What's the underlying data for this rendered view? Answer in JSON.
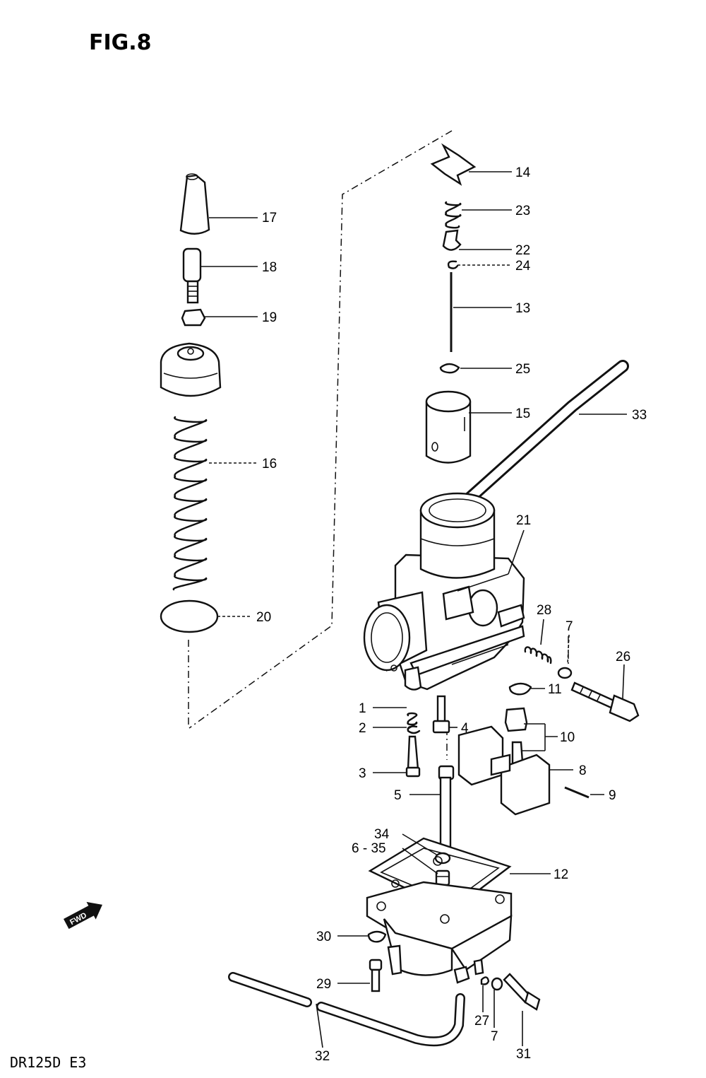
{
  "figure": {
    "title": "FIG.8",
    "model": "DR125D  E3",
    "fwd_badge": "FWD"
  },
  "callouts": {
    "c1": "1",
    "c2": "2",
    "c3": "3",
    "c4": "4",
    "c5": "5",
    "c6_35": "6 - 35",
    "c7a": "7",
    "c7b": "7",
    "c8": "8",
    "c9": "9",
    "c10": "10",
    "c11": "11",
    "c12": "12",
    "c13": "13",
    "c14": "14",
    "c15": "15",
    "c16": "16",
    "c17": "17",
    "c18": "18",
    "c19": "19",
    "c20": "20",
    "c21": "21",
    "c22": "22",
    "c23": "23",
    "c24": "24",
    "c25": "25",
    "c26": "26",
    "c27": "27",
    "c28": "28",
    "c29": "29",
    "c30": "30",
    "c31": "31",
    "c32": "32",
    "c33": "33",
    "c34": "34"
  }
}
